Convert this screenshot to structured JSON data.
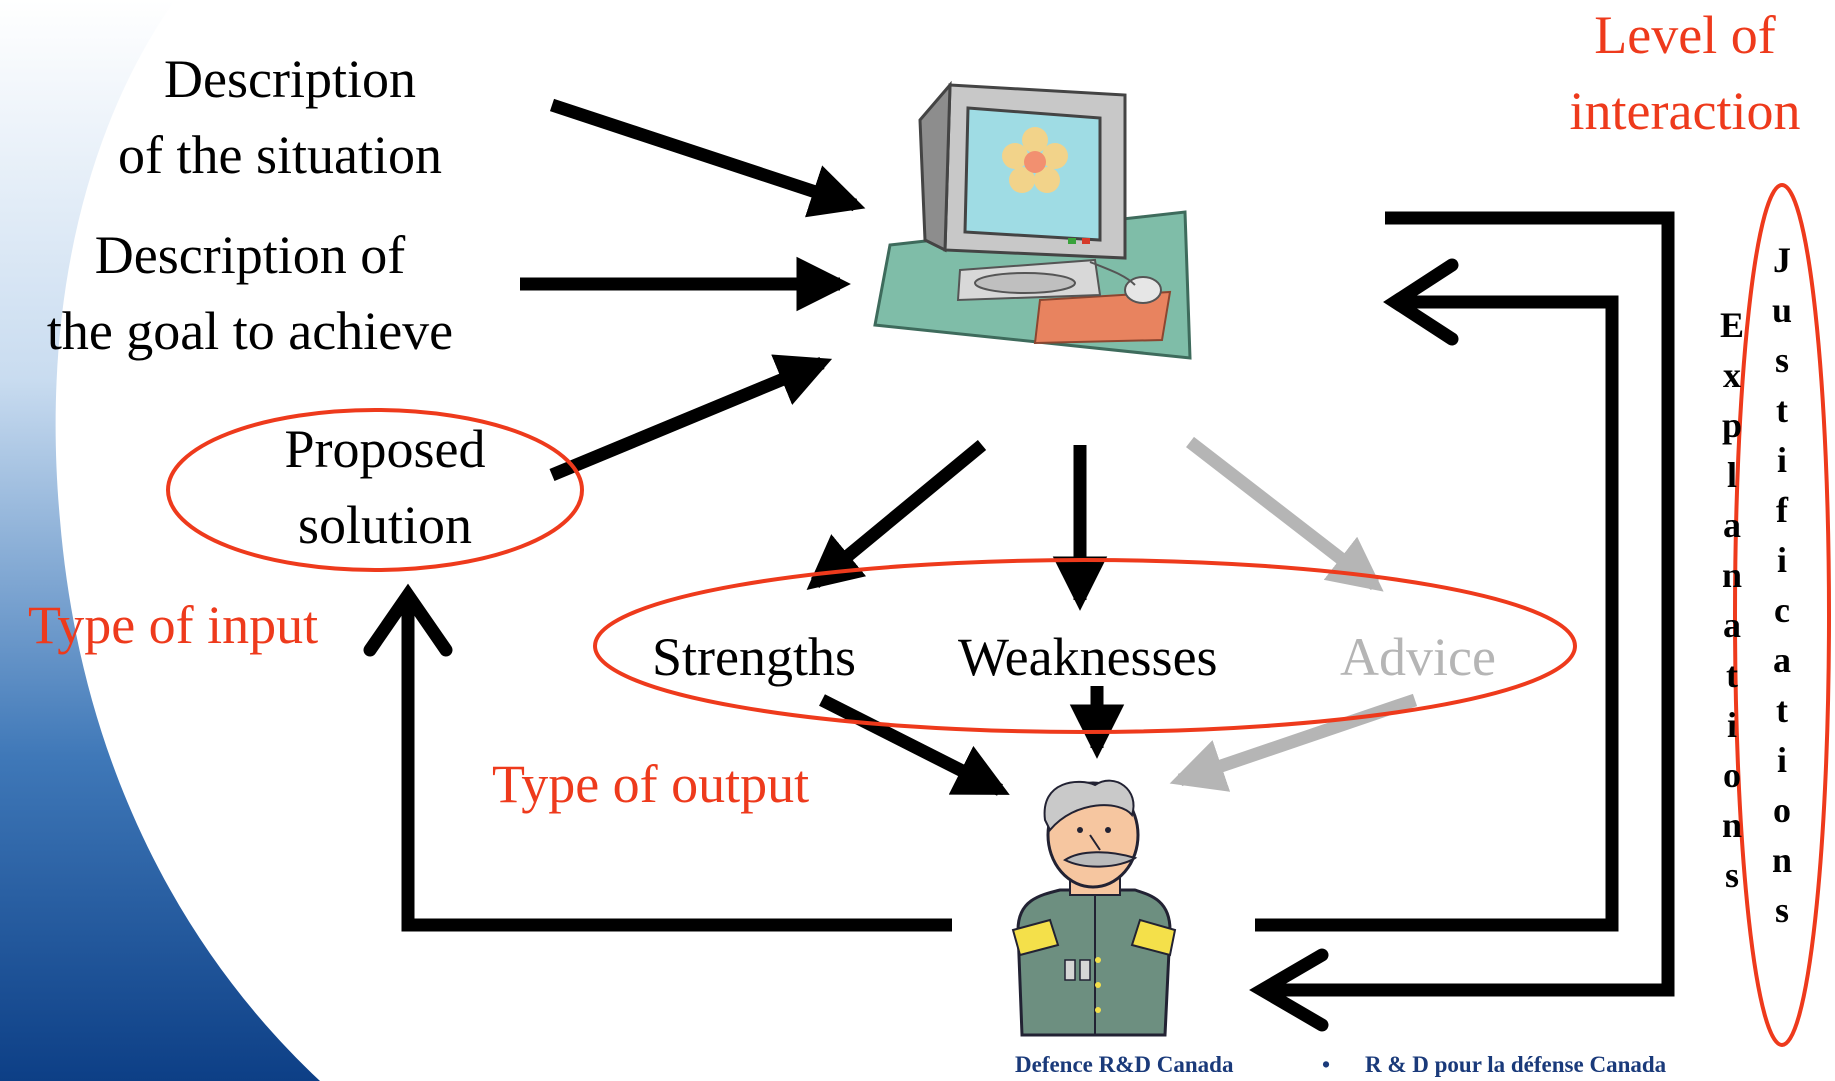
{
  "inputs": {
    "situation_line1": "Description",
    "situation_line2": "of the situation",
    "goal_line1": "Description of",
    "goal_line2": "the goal to achieve",
    "solution_line1": "Proposed",
    "solution_line2": "solution"
  },
  "outputs": {
    "strengths": "Strengths",
    "weaknesses": "Weaknesses",
    "advice": "Advice"
  },
  "labels": {
    "type_of_input": "Type of input",
    "type_of_output": "Type of output",
    "level_line1": "Level of",
    "level_line2": "interaction"
  },
  "vertical": {
    "explanations": [
      "E",
      "x",
      "p",
      "l",
      "a",
      "n",
      "a",
      "t",
      "i",
      "o",
      "n",
      "s"
    ],
    "justifications": [
      "J",
      "u",
      "s",
      "t",
      "i",
      "f",
      "i",
      "c",
      "a",
      "t",
      "i",
      "o",
      "n",
      "s"
    ]
  },
  "footer": {
    "left": "Defence R&D Canada",
    "separator": "•",
    "right": "R & D pour la défense Canada"
  },
  "colors": {
    "accent_red": "#ee3a1c",
    "grey": "#b5b5b5",
    "footer_blue": "#1a3a7a"
  },
  "icons": [
    "computer-icon",
    "military-officer-icon"
  ]
}
